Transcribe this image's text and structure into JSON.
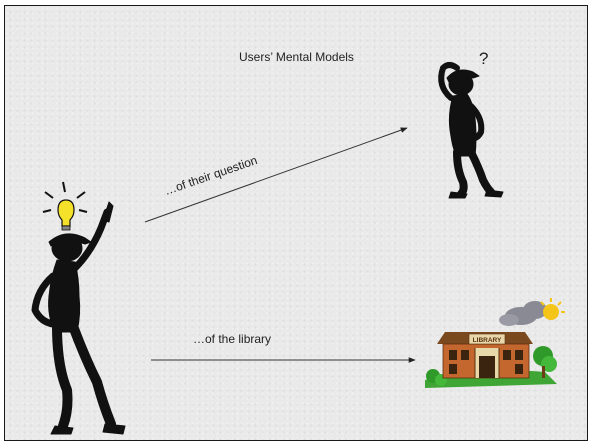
{
  "slide": {
    "title": "Users’ Mental Models",
    "arrow_question_label": "…of their question",
    "arrow_library_label": "…of the library",
    "question_mark": "?",
    "library_sign": "LIBRARY"
  },
  "icons": [
    "person-with-idea-icon",
    "lightbulb-icon",
    "confused-person-icon",
    "library-building-icon",
    "sun-icon",
    "cloud-icon",
    "tree-icon"
  ],
  "colors": {
    "background": "#e9e9e9",
    "figure": "#111111",
    "bulb": "#f5e02a",
    "library_wall": "#c4672e",
    "library_roof": "#7a4a1e",
    "grass": "#3fa535"
  }
}
